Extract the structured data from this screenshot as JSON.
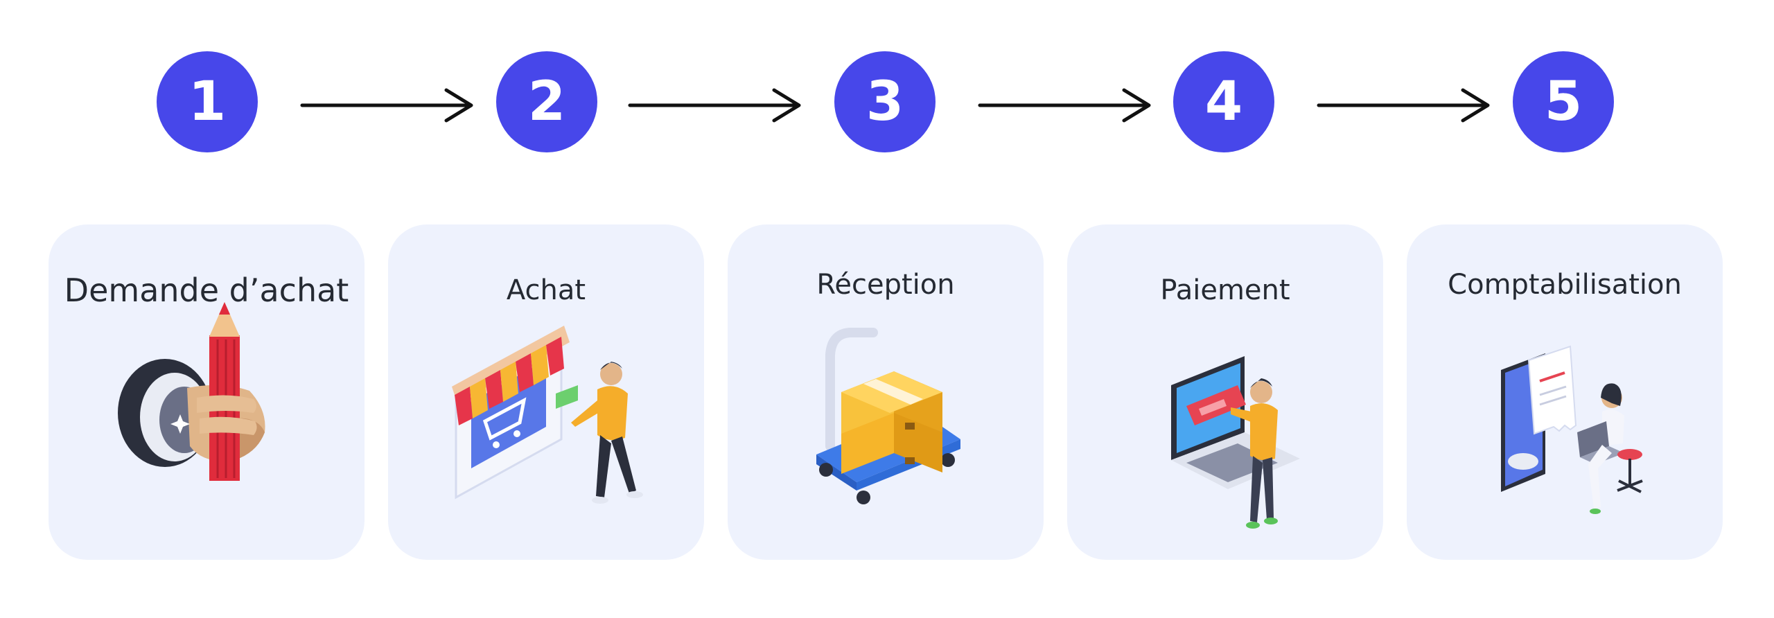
{
  "steps": [
    {
      "number": "1",
      "label": "Demande d’achat",
      "icon": "hand-pencil-icon"
    },
    {
      "number": "2",
      "label": "Achat",
      "icon": "online-shop-icon"
    },
    {
      "number": "3",
      "label": "Réception",
      "icon": "boxes-cart-icon"
    },
    {
      "number": "4",
      "label": "Paiement",
      "icon": "laptop-payment-icon"
    },
    {
      "number": "5",
      "label": "Comptabilisation",
      "icon": "receipt-phone-icon"
    }
  ],
  "colors": {
    "step_circle": "#4747ea",
    "card_background": "#eef2fd",
    "text": "#252a33",
    "arrow": "#111111"
  }
}
